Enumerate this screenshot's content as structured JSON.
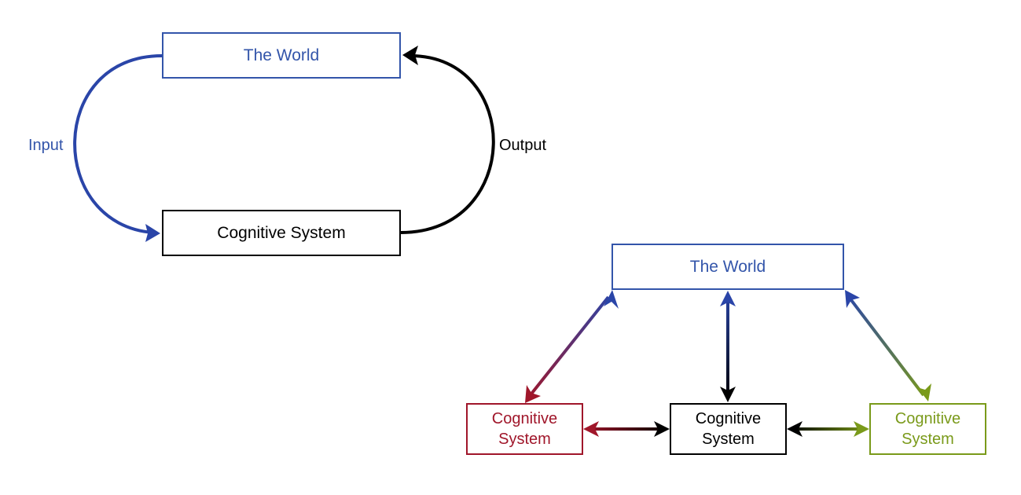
{
  "diagram1": {
    "world_label": "The World",
    "system_label": "Cognitive System",
    "input_label": "Input",
    "output_label": "Output"
  },
  "diagram2": {
    "world_label": "The World",
    "left_system": {
      "line1": "Cognitive",
      "line2": "System"
    },
    "center_system": {
      "line1": "Cognitive",
      "line2": "System"
    },
    "right_system": {
      "line1": "Cognitive",
      "line2": "System"
    }
  },
  "colors": {
    "world_blue": "#3355aa",
    "arrow_blue": "#2a45a8",
    "black": "#000000",
    "system_red": "#a0162a",
    "system_green": "#7a9a1a"
  }
}
